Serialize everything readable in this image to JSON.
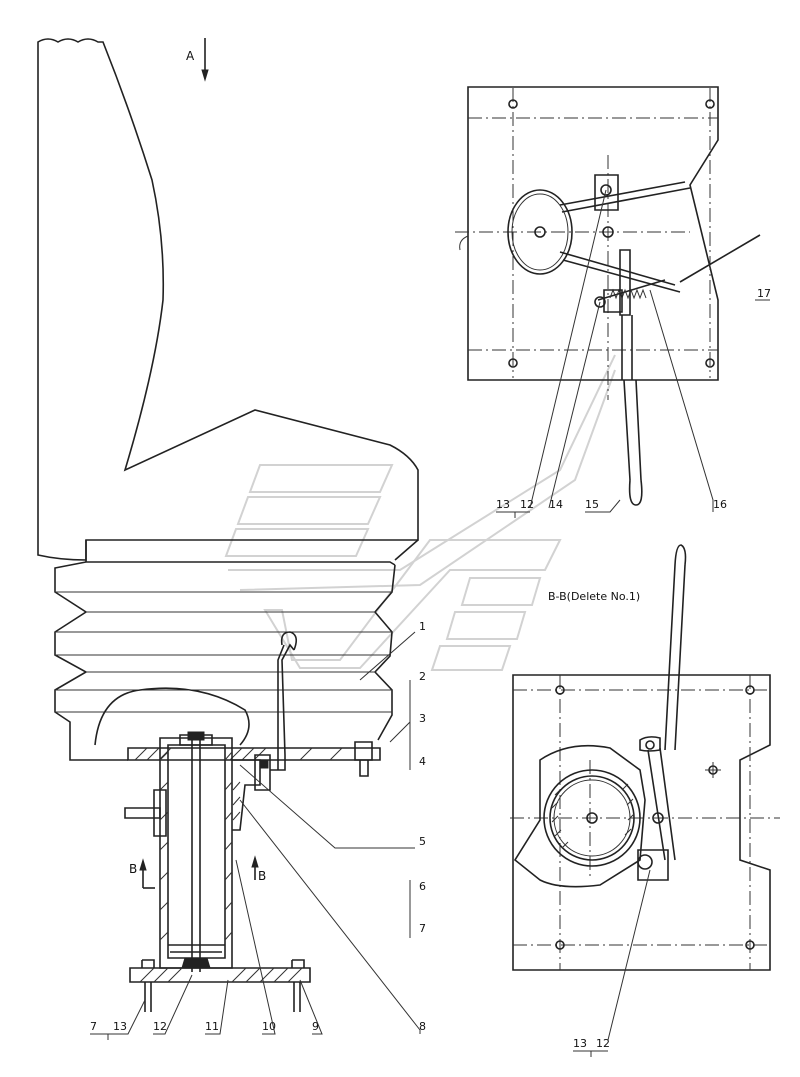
{
  "view_label": "A",
  "section_label": "B",
  "section_title": "B-B(Delete No.1)",
  "callouts": {
    "c1": "1",
    "c2": "2",
    "c3": "3",
    "c4": "4",
    "c5": "5",
    "c6": "6",
    "c7": "7",
    "c8": "8",
    "c9": "9",
    "c10": "10",
    "c11": "11",
    "c12": "12",
    "c13": "13",
    "c14": "14",
    "c15": "15",
    "c16": "16",
    "c17": "17",
    "box13": "13",
    "box12": "12",
    "box7": "7",
    "box13b": "13",
    "box12b": "12"
  },
  "icons": {
    "watermark": "watermark-logo-icon"
  }
}
